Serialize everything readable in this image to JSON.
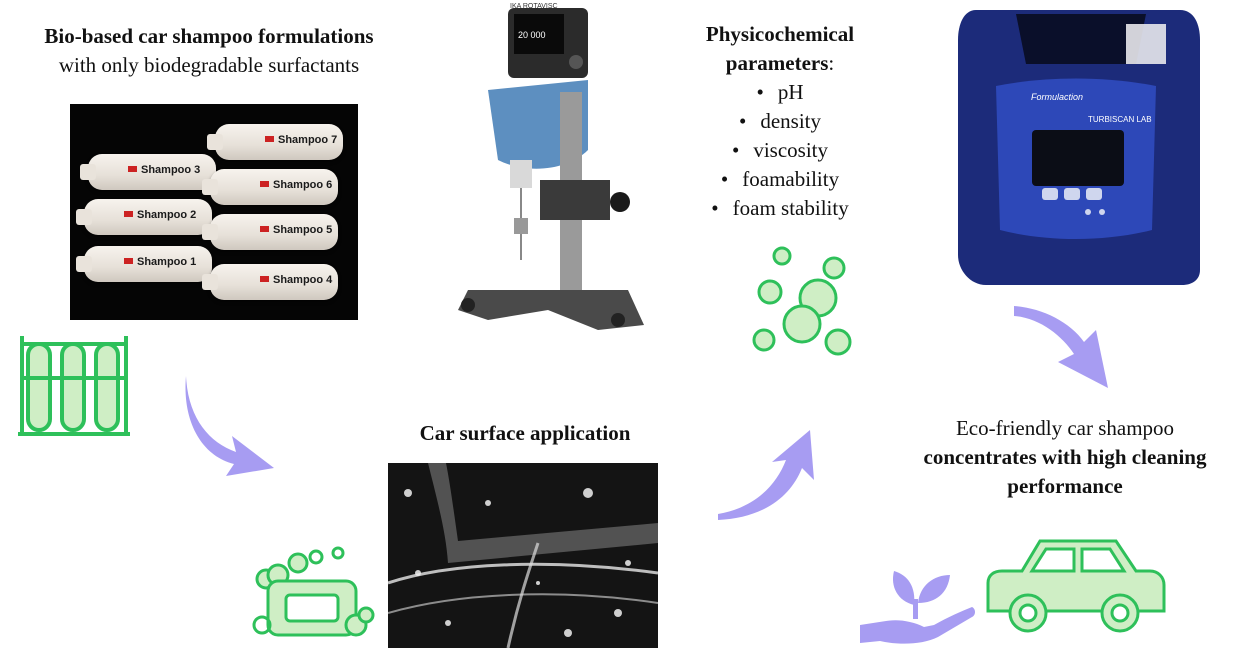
{
  "left_title": {
    "line1": "Bio-based car shampoo formulations",
    "line2": "with only biodegradable surfactants"
  },
  "bottles": [
    "Shampoo 7",
    "Shampoo 3",
    "Shampoo 6",
    "Shampoo 2",
    "Shampoo 5",
    "Shampoo 1",
    "Shampoo 4"
  ],
  "params": {
    "title_bold1": "Physicochemical",
    "title_bold2": "parameters",
    "title_colon": ":",
    "items": [
      "pH",
      "density",
      "viscosity",
      "foamability",
      "foam stability"
    ]
  },
  "car_app": "Car surface application",
  "eco": {
    "line1": "Eco-friendly car shampoo",
    "line2": "concentrates with high cleaning",
    "line3": "performance"
  },
  "device": {
    "viscometer_brand": "IKA ROTAVISC",
    "viscometer_reading": "20 000",
    "scanner_brand": "Formulaction",
    "scanner_model": "TURBISCAN LAB"
  },
  "colors": {
    "arrow": "#a79cf2",
    "icon_green": "#2ec05a",
    "icon_fill": "#cfeec5",
    "scanner_blue": "#1c2b7a"
  }
}
